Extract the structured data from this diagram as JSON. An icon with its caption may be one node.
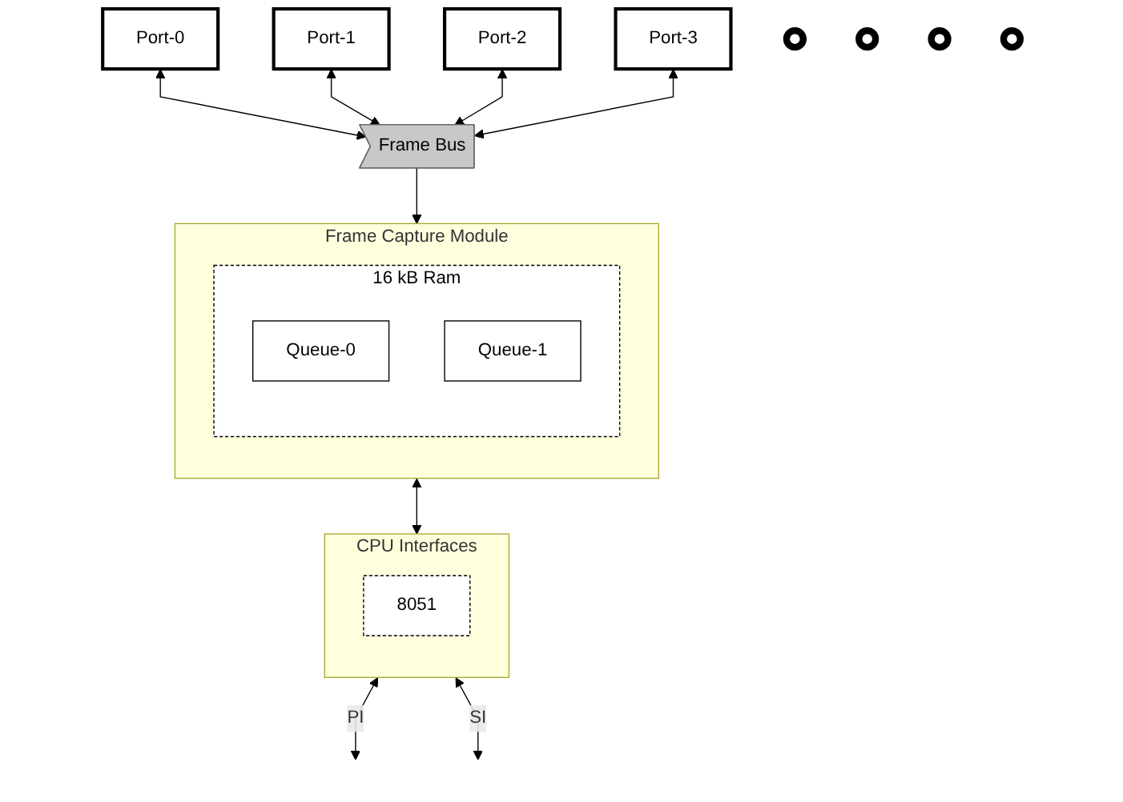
{
  "diagram": {
    "nodes": [
      {
        "text": [
          "Port-0"
        ]
      },
      {
        "text": [
          "Port-1"
        ]
      },
      {
        "text": [
          "Port-2"
        ]
      },
      {
        "text": [
          "Port-3"
        ]
      },
      {
        "text": [],
        "shape": "circle"
      },
      {
        "text": [],
        "shape": "circle"
      },
      {
        "text": [],
        "shape": "circle"
      },
      {
        "text": [],
        "shape": "circle"
      },
      {
        "text": [
          "Frame Bus"
        ]
      },
      {
        "text": [
          "Frame Capture Module"
        ]
      },
      {
        "text": [
          "16 kB Ram"
        ],
        "in": 9
      },
      {
        "text": [
          "Queue-0"
        ],
        "in": 10
      },
      {
        "text": [
          "Queue-1"
        ],
        "in": 10
      },
      {
        "text": [
          "CPU Interfaces"
        ]
      },
      {
        "text": [
          "8051"
        ],
        "in": 13
      }
    ],
    "edges": [
      {
        "from": 0,
        "to": 8,
        "arrow": "both"
      },
      {
        "from": 1,
        "to": 8,
        "arrow": "both"
      },
      {
        "from": 2,
        "to": 8,
        "arrow": "both"
      },
      {
        "from": 3,
        "to": 8,
        "arrow": "both"
      },
      {
        "from": 8,
        "to": 9,
        "arrow": "to"
      },
      {
        "from": 9,
        "to": 13,
        "arrow": "both"
      },
      {
        "from": 13,
        "to": null,
        "arrow": "both",
        "label": "PI"
      },
      {
        "from": 13,
        "to": null,
        "arrow": "both",
        "label": "SI"
      }
    ]
  }
}
